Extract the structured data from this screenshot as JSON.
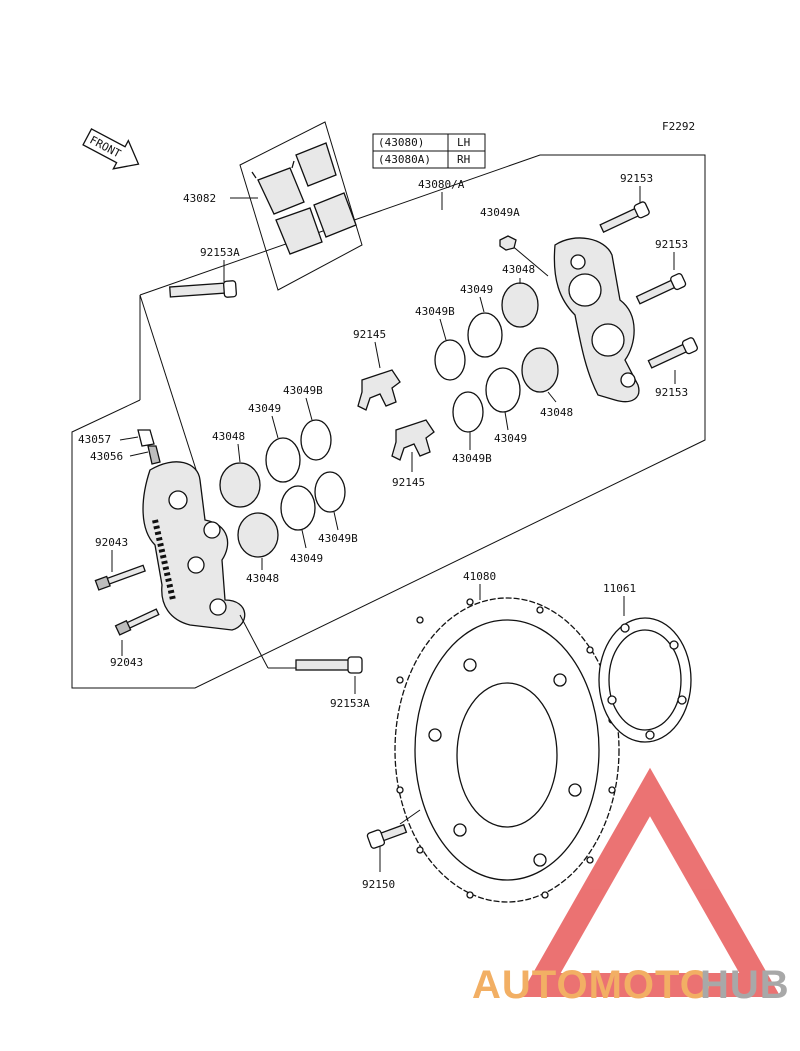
{
  "figure_code": "F2292",
  "front_label": "FRONT",
  "variant_table": [
    {
      "part": "(43080)",
      "side": "LH"
    },
    {
      "part": "(43080A)",
      "side": "RH"
    }
  ],
  "labels": {
    "caliper_assy": "43080/A",
    "pads": "43082",
    "bolt_upper": "92153A",
    "bolt_lower": "92153A",
    "bleeder_cap": "43057",
    "bleeder_valve": "43056",
    "bolt_92043_a": "92043",
    "bolt_92043_b": "92043",
    "piston_l1": "43048",
    "piston_l2": "43048",
    "seal_l1": "43049",
    "seal_l2": "43049",
    "seal_l1b": "43049B",
    "seal_l2b": "43049B",
    "spring_1": "92145",
    "spring_2": "92145",
    "caliper_rh": "43049A",
    "piston_r1": "43048",
    "piston_r2": "43048",
    "seal_r1": "43049",
    "seal_r2": "43049",
    "seal_r1b": "43049B",
    "seal_r2b": "43049B",
    "bolt_92153_a": "92153",
    "bolt_92153_b": "92153",
    "bolt_92153_c": "92153",
    "disc": "41080",
    "disc_bolt": "92150",
    "gasket": "11061"
  },
  "watermark": {
    "part1": "AUTOMOTO",
    "part2": "HUB",
    "color1": "#f0a24a",
    "color2": "#9a9a9a",
    "triangle_color": "#e85a5a"
  }
}
